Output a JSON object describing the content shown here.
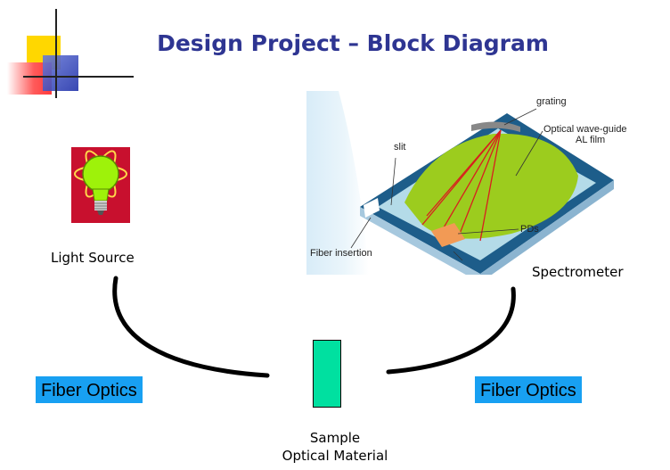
{
  "slide": {
    "title": "Design Project – Block Diagram"
  },
  "components": {
    "light_source": {
      "label": "Light Source",
      "icon": "light-bulb-icon"
    },
    "spectrometer": {
      "label": "Spectrometer",
      "annotations": {
        "grating": "grating",
        "slit": "slit",
        "waveguide_line1": "Optical wave-guide",
        "waveguide_line2": "AL film",
        "pds": "PDs",
        "fiber_insertion": "Fiber insertion"
      }
    },
    "sample": {
      "label_line1": "Sample",
      "label_line2": "Optical Material"
    },
    "fiber_left": {
      "label": "Fiber Optics"
    },
    "fiber_right": {
      "label": "Fiber Optics"
    }
  },
  "colors": {
    "title": "#2e3592",
    "fiber_label_bg": "#18a0f2",
    "sample_fill": "#00e0a0",
    "bulb_bg": "#c8102e",
    "waveguide": "#9ccc1e",
    "chip_blue": "#1d5d8a"
  }
}
